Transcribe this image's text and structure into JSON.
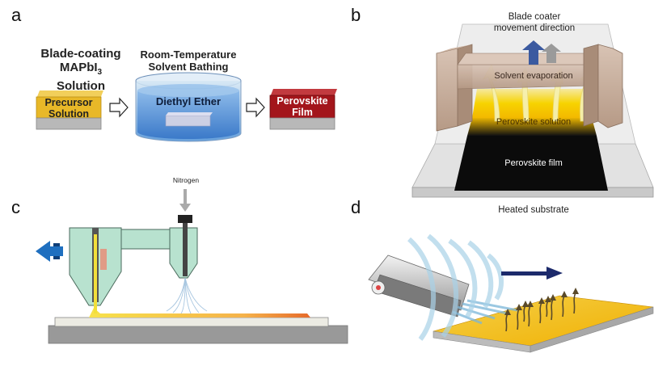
{
  "panels": {
    "a": {
      "letter": "a",
      "step1_title_line1": "Blade-coating",
      "step1_title_line2": "MAPbI",
      "step1_title_sub": "3",
      "step1_title_line3": "Solution",
      "precursor_line1": "Precursor",
      "precursor_line2": "Solution",
      "bath_title_line1": "Room-Temperature",
      "bath_title_line2": "Solvent Bathing",
      "bath_liquid": "Diethyl Ether",
      "film_line1": "Perovskite",
      "film_line2": "Film"
    },
    "b": {
      "letter": "b",
      "direction_line1": "Blade coater",
      "direction_line2": "movement direction",
      "evaporation": "Solvent evaporation",
      "solution": "Perovskite solution",
      "film": "Perovskite film",
      "substrate": "Heated substrate"
    },
    "c": {
      "letter": "c",
      "gas": "Nitrogen"
    },
    "d": {
      "letter": "d"
    }
  },
  "colors": {
    "precursor_yellow": "#e8b828",
    "perovskite_red": "#a3151b",
    "substrate_gray": "#b8b8b8",
    "blade_green": "#b8e2cf",
    "arrow_blue": "#1f5fa8",
    "navy": "#1c2a6b"
  }
}
